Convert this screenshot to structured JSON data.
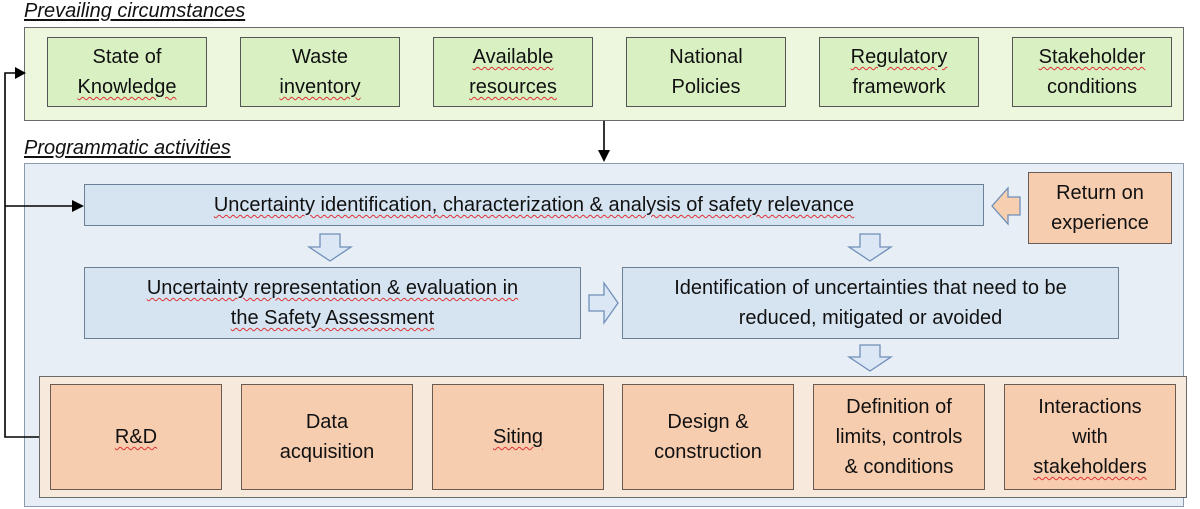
{
  "sections": {
    "prevailing": "Prevailing circumstances",
    "programmatic": "Programmatic activities"
  },
  "circumstances": [
    {
      "line1": "State of",
      "line2": "Knowledge"
    },
    {
      "line1": "Waste",
      "line2": "inventory"
    },
    {
      "line1": "Available",
      "line2": "resources"
    },
    {
      "line1": "National",
      "line2": "Policies"
    },
    {
      "line1": "Regulatory",
      "line2": "framework"
    },
    {
      "line1": "Stakeholder",
      "line2": "conditions"
    }
  ],
  "process": {
    "identification": "Uncertainty identification, characterization & analysis of safety relevance",
    "return_line1": "Return on",
    "return_line2": "experience",
    "representation_line1": "Uncertainty representation & evaluation in",
    "representation_line2": "the Safety Assessment",
    "reduction_line1": "Identification of uncertainties that need to be",
    "reduction_line2": "reduced, mitigated or avoided"
  },
  "actions": [
    {
      "line1": "R&D",
      "line2": "",
      "line3": ""
    },
    {
      "line1": "Data",
      "line2": "acquisition",
      "line3": ""
    },
    {
      "line1": "Siting",
      "line2": "",
      "line3": ""
    },
    {
      "line1": "Design &",
      "line2": "construction",
      "line3": ""
    },
    {
      "line1": "Definition of",
      "line2": "limits, controls",
      "line3": "& conditions"
    },
    {
      "line1": "Interactions",
      "line2": "with",
      "line3": "stakeholders"
    }
  ],
  "colors": {
    "green_fill": "#d9f0c2",
    "blue_fill": "#d6e4f2",
    "peach_fill": "#f7cdb0",
    "arrow_fill": "#dbe7f5",
    "arrow_stroke": "#6f8fb8"
  }
}
